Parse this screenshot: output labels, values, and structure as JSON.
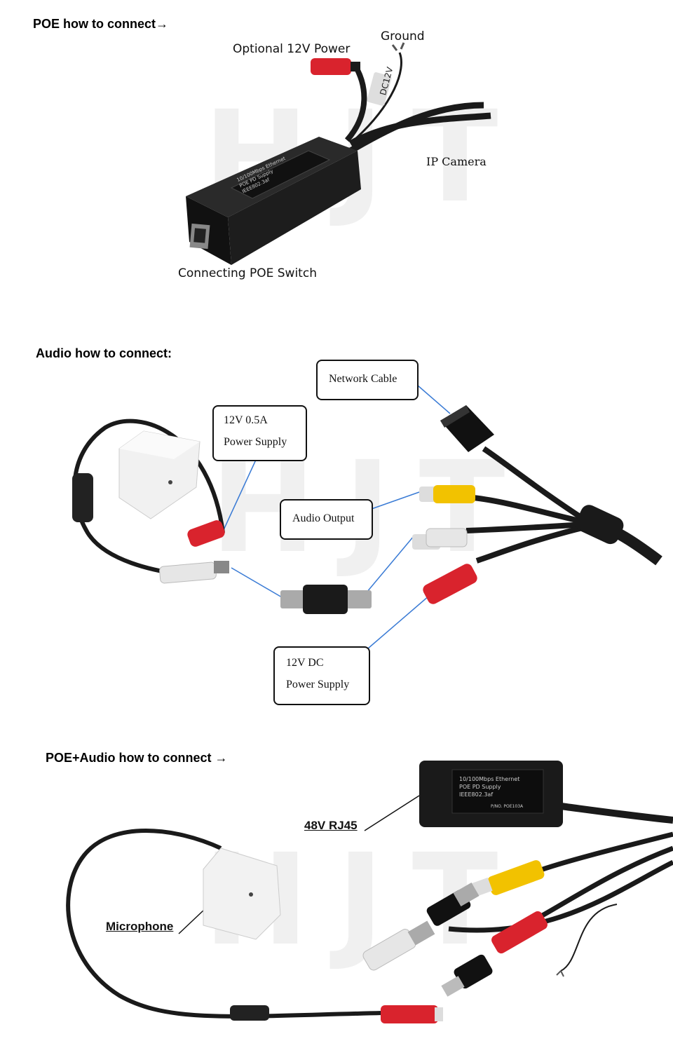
{
  "watermark": "HJT",
  "poe": {
    "heading": "POE how to connect→",
    "labels": {
      "optional_power": "Optional 12V Power",
      "ground": "Ground",
      "ip_camera": "IP Camera",
      "poe_switch": "Connecting POE Switch"
    },
    "device_text": [
      "10/100Mbps Ethernet",
      "POE PD Supply",
      "IEEE802.3af"
    ],
    "cable_tag": "DC12V"
  },
  "audio": {
    "heading": "Audio how to connect:",
    "network_cable": "Network Cable",
    "power_05": [
      "12V 0.5A",
      "Power Supply"
    ],
    "audio_output": "Audio Output",
    "dc_power": [
      "12V DC",
      "Power Supply"
    ]
  },
  "combo": {
    "heading": "POE+Audio how to connect →",
    "rj45": "48V RJ45",
    "microphone": "Microphone",
    "device_text": [
      "10/100Mbps Ethernet",
      "POE PD Supply",
      "IEEE802.3af",
      "P/NO. POE103A"
    ]
  },
  "colors": {
    "cable": "#1a1a1a",
    "red_plug": "#d9232d",
    "yellow_plug": "#f2c200",
    "white_plug": "#e6e6e6",
    "leader_line": "#3a7bd5"
  }
}
